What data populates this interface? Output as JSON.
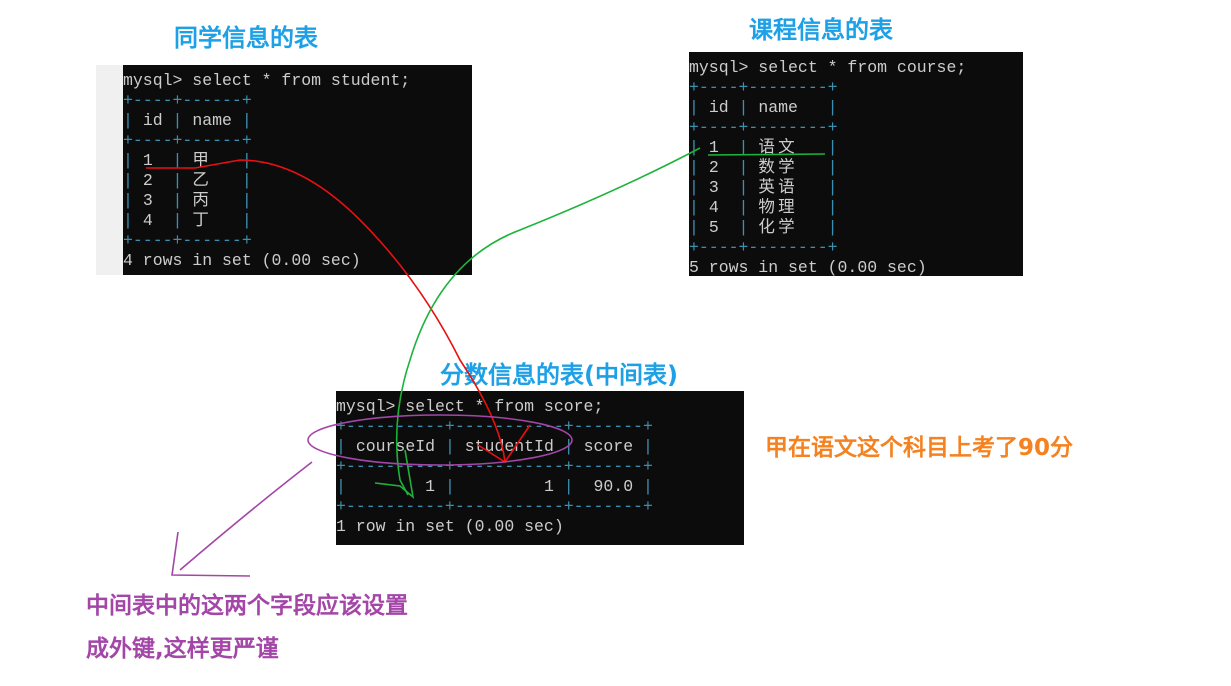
{
  "titles": {
    "student": "同学信息的表",
    "course": "课程信息的表",
    "score": "分数信息的表(中间表)"
  },
  "notes": {
    "meaning": "甲在语文这个科目上考了90分",
    "foreign_key_line1": "中间表中的这两个字段应该设置",
    "foreign_key_line2": "成外键,这样更严谨"
  },
  "colors": {
    "title": "#1ea0e6",
    "meaning": "#f58220",
    "foreign_key": "#a346a8",
    "student_link": "#e81010",
    "course_link": "#1db33a"
  },
  "terminals": {
    "student": {
      "command": "mysql> select * from student;",
      "columns": [
        "id",
        "name"
      ],
      "rows": [
        [
          "1",
          "甲"
        ],
        [
          "2",
          "乙"
        ],
        [
          "3",
          "丙"
        ],
        [
          "4",
          "丁"
        ]
      ],
      "footer": "4 rows in set (0.00 sec)"
    },
    "course": {
      "command": "mysql> select * from course;",
      "columns": [
        "id",
        "name"
      ],
      "rows": [
        [
          "1",
          "语文"
        ],
        [
          "2",
          "数学"
        ],
        [
          "3",
          "英语"
        ],
        [
          "4",
          "物理"
        ],
        [
          "5",
          "化学"
        ]
      ],
      "footer": "5 rows in set (0.00 sec)"
    },
    "score": {
      "command": "mysql> select * from score;",
      "columns": [
        "courseId",
        "studentId",
        "score"
      ],
      "rows": [
        [
          "1",
          "1",
          "90.0"
        ]
      ],
      "footer": "1 row in set (0.00 sec)"
    }
  }
}
